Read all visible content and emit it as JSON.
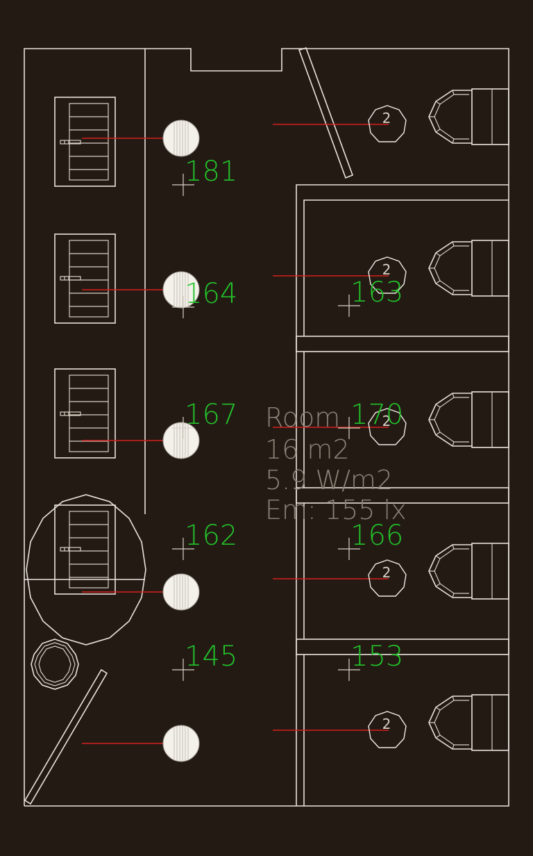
{
  "room": {
    "name": "Room",
    "area": "16 m2",
    "power_density": "5.9 W/m2",
    "illuminance": "Em: 155 lx"
  },
  "calc_points": [
    {
      "id": "p181",
      "value": "181"
    },
    {
      "id": "p164",
      "value": "164"
    },
    {
      "id": "p163",
      "value": "163"
    },
    {
      "id": "p167",
      "value": "167"
    },
    {
      "id": "p170",
      "value": "170"
    },
    {
      "id": "p162",
      "value": "162"
    },
    {
      "id": "p166",
      "value": "166"
    },
    {
      "id": "p145",
      "value": "145"
    },
    {
      "id": "p153",
      "value": "153"
    }
  ],
  "sensor_label": "2",
  "colors": {
    "background": "#231a14",
    "walls": "#e9e5dc",
    "illuminance_values": "#22c22a",
    "leader_lines": "#d8201c",
    "room_label": "#8a8276"
  }
}
